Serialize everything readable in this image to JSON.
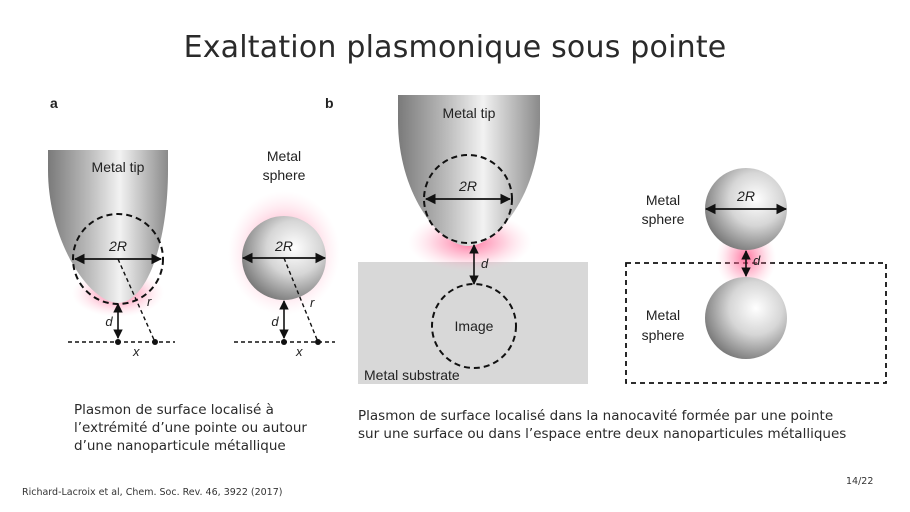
{
  "slide": {
    "title": "Exaltation plasmonique sous pointe",
    "page_number": "14/22",
    "reference": "Richard-Lacroix et al, Chem. Soc. Rev. 46, 3922 (2017)"
  },
  "panel_a": {
    "label": "a",
    "tip_label": "Metal tip",
    "sphere_label_line1": "Metal",
    "sphere_label_line2": "sphere",
    "diameter_label": "2R",
    "distance_label": "d",
    "radius_label": "r",
    "x_label": "x",
    "caption_lines": [
      "Plasmon de surface localisé à",
      "l’extrémité d’une pointe ou autour",
      "d’une nanoparticule métallique"
    ]
  },
  "panel_b": {
    "label": "b",
    "tip_label": "Metal tip",
    "diameter_label": "2R",
    "distance_label": "d",
    "image_label": "Image",
    "substrate_label": "Metal substrate",
    "top_sphere_line1": "Metal",
    "top_sphere_line2": "sphere",
    "bottom_sphere_line1": "Metal",
    "bottom_sphere_line2": "sphere",
    "caption_lines": [
      "Plasmon de surface localisé dans la nanocavité formée par une pointe",
      "sur une surface ou dans l’espace entre deux nanoparticules métalliques"
    ]
  },
  "colors": {
    "plasmon_glow": "#ff4f86",
    "substrate": "#d8d8d8",
    "metal_dark": "#6e6e6e",
    "metal_light": "#f4f4f4"
  }
}
